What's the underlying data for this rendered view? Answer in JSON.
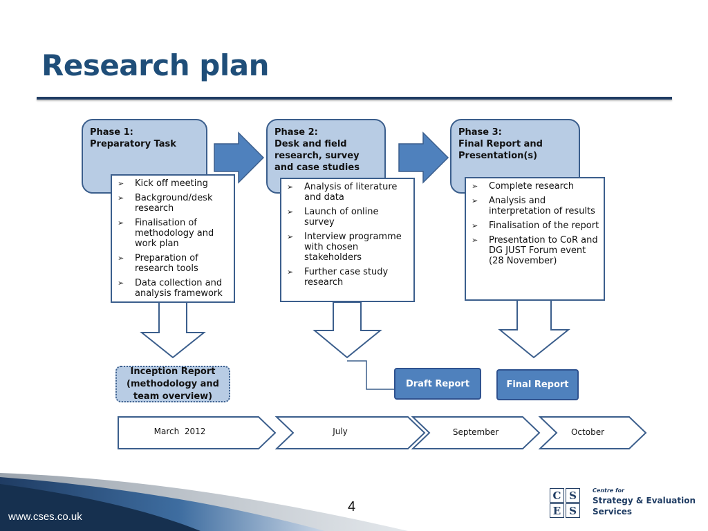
{
  "title": "Research plan",
  "phases": [
    {
      "title": "Phase 1:\nPreparatory Task",
      "items": [
        "Kick off meeting",
        "Background/desk research",
        "Finalisation of methodology and work plan",
        "Preparation of research tools",
        "Data collection and analysis framework"
      ]
    },
    {
      "title": "Phase 2:\nDesk and field research, survey and case studies",
      "items": [
        "Analysis of literature and data",
        "Launch of online survey",
        "Interview programme with chosen stakeholders",
        "Further case study research"
      ]
    },
    {
      "title": "Phase 3:\nFinal Report and Presentation(s)",
      "items": [
        "Complete research",
        "Analysis and interpretation of results",
        "Finalisation of the report",
        "Presentation to CoR and DG JUST Forum event (28 November)"
      ]
    }
  ],
  "bullet_glyph": "➢",
  "outputs": {
    "inception": "Inception Report\n(methodology and\nteam overview)",
    "draft": "Draft Report",
    "final": "Final Report"
  },
  "timeline": [
    "March  2012",
    "July",
    "September",
    "October"
  ],
  "footer": {
    "url": "www.cses.co.uk",
    "page_number": "4",
    "logo_letters": [
      "C",
      "S",
      "E",
      "S"
    ],
    "logo_small": "Centre for",
    "logo_line1": "Strategy & Evaluation",
    "logo_line2": "Services"
  },
  "colors": {
    "title": "#1f4e79",
    "phase_fill": "#b8cce4",
    "arrow_fill": "#4f81bd",
    "outline": "#3b5e8c",
    "output_fill": "#4f81bd"
  }
}
